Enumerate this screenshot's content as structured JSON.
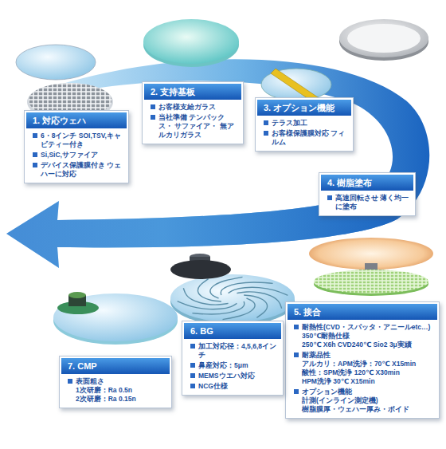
{
  "diagram": {
    "nodes": [
      {
        "text": [
          "1. 対応ウェハ",
          "6・8インチ SOI,TSV,キャビティー付き",
          "Si,SiC,サファイア",
          "デバイス保護膜付き ウェハーに対応"
        ]
      },
      {
        "text": [
          "2. 支持基板",
          "お客様支給ガラス",
          "当社準備 テンパックス・ サファイア・ 無アルカリガラス"
        ]
      },
      {
        "text": [
          "3. オプション機能",
          "テラス加工",
          "お客様保護膜対応 フィルム"
        ]
      },
      {
        "text": [
          "4. 樹脂塗布",
          "高速回転させ 薄く均一に塗布"
        ]
      },
      {
        "text": [
          "5. 接合",
          "耐熱性(CVD・スパッタ・アニールetc…)",
          "350℃耐熱仕様",
          "250℃ X6h CVD240℃ Sio2 3μ実績",
          "耐薬品性",
          "アルカリ：APM洗浄：70℃ X15min",
          "酸性：SPM洗浄 120℃ X30min",
          "HPM洗浄 30℃ X15min",
          "オプション機能",
          "計測(インライン測定機)",
          "樹脂膜厚・ウェハー厚み・ボイド"
        ]
      },
      {
        "text": [
          "6. BG",
          "加工対応径：4,5,6,8インチ",
          "鼻産対応：5μm",
          "MEMSウエハ対応",
          "NCG仕様"
        ]
      },
      {
        "text": [
          "7. CMP",
          "表面粗さ",
          "1次研磨：Ra 0.5n",
          "2次研磨：Ra 0.15n"
        ]
      }
    ]
  }
}
